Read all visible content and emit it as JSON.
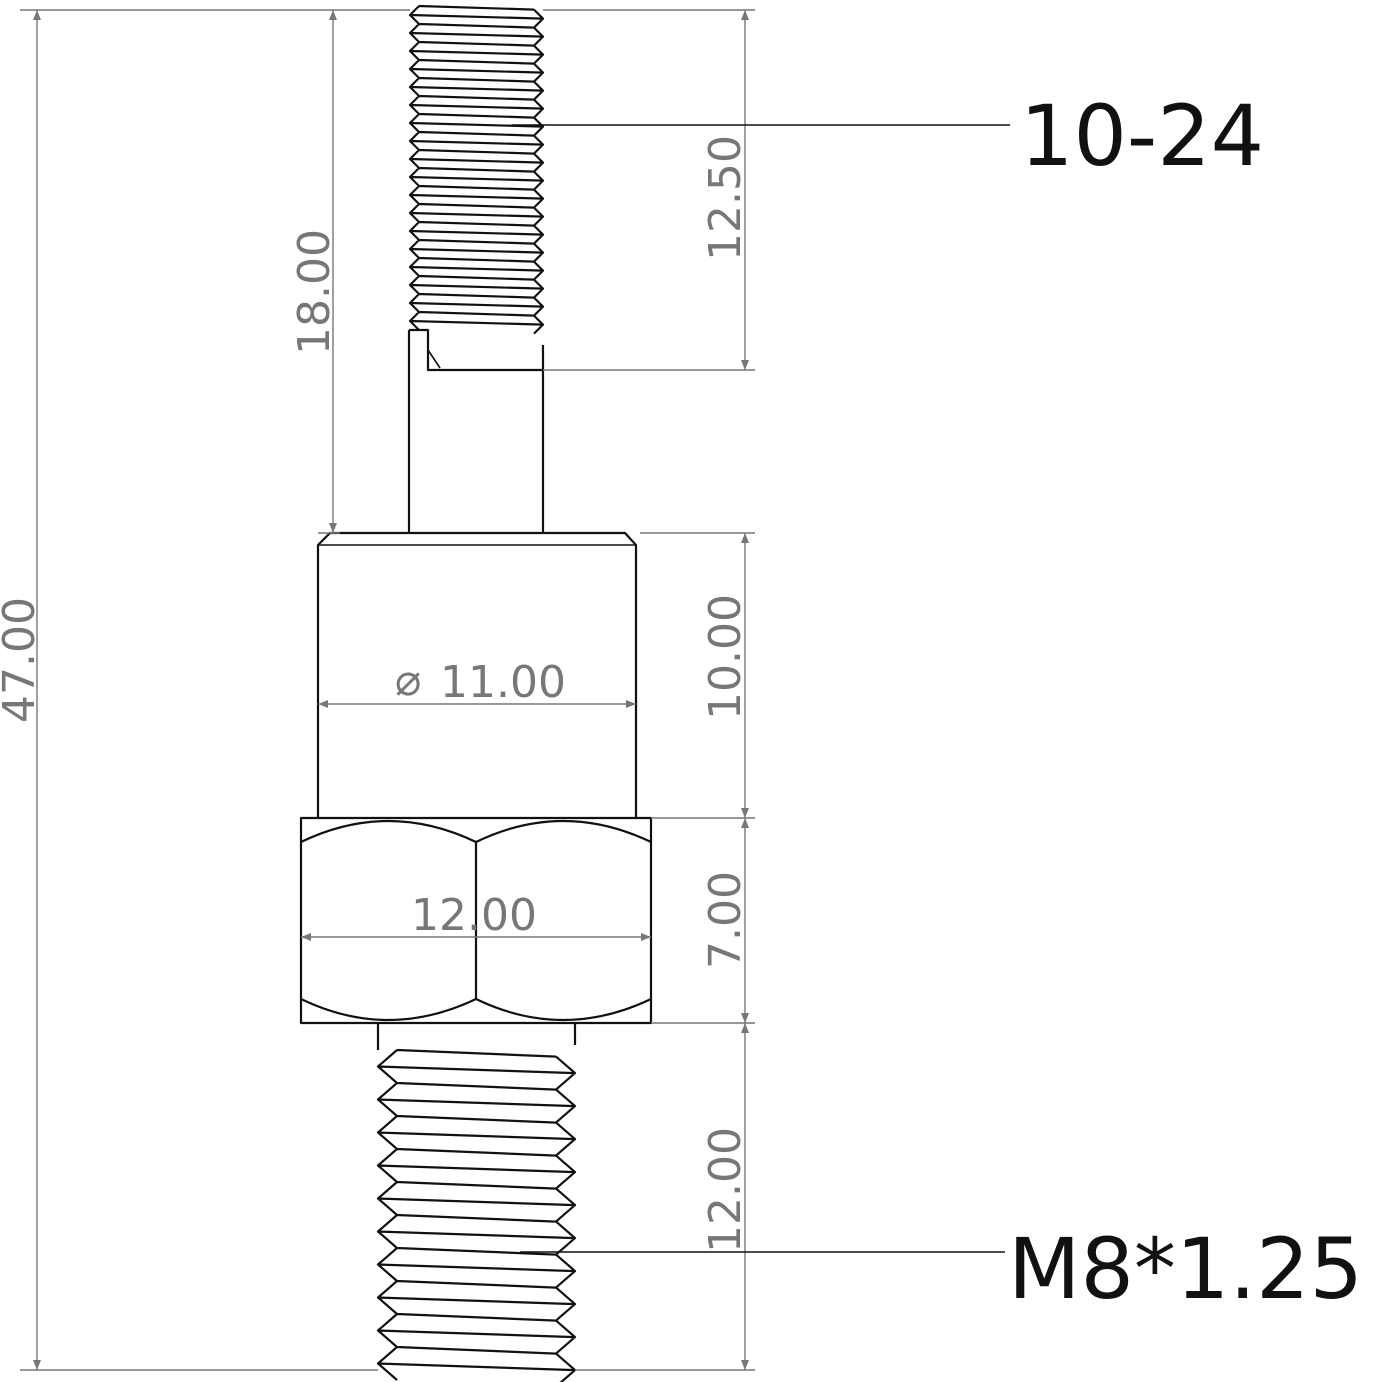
{
  "dimensions": {
    "overall_length": "47.00",
    "top_stud_to_collar": "18.00",
    "top_thread_length": "12.50",
    "collar_height": "10.00",
    "collar_diameter": "11.00",
    "collar_diameter_symbol": "⌀",
    "hex_width": "12.00",
    "hex_height": "7.00",
    "bottom_thread_length": "12.00"
  },
  "callouts": {
    "top_thread": "10-24",
    "bottom_thread": "M8*1.25"
  },
  "colors": {
    "part_lines": "#111111",
    "dimension_lines": "#777777"
  }
}
